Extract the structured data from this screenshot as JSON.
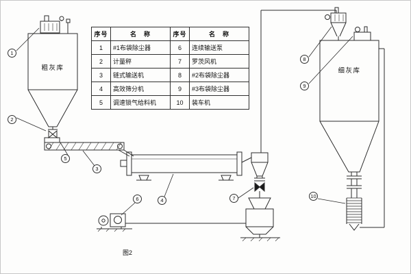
{
  "figure": {
    "caption": "图2",
    "left_silo_label": "粗灰库",
    "right_silo_label": "细灰库"
  },
  "table": {
    "headers": [
      "序号",
      "名　称",
      "序号",
      "名　称"
    ],
    "rows": [
      [
        "1",
        "#1布袋除尘器",
        "6",
        "连续输送泵"
      ],
      [
        "2",
        "计量秤",
        "7",
        "罗茨风机"
      ],
      [
        "3",
        "链式输送机",
        "8",
        "#2布袋除尘器"
      ],
      [
        "4",
        "高效筛分机",
        "9",
        "#3布袋除尘器"
      ],
      [
        "5",
        "调速锁气给料机",
        "10",
        "装车机"
      ]
    ]
  },
  "callouts": [
    {
      "n": "1"
    },
    {
      "n": "2"
    },
    {
      "n": "3"
    },
    {
      "n": "4"
    },
    {
      "n": "5"
    },
    {
      "n": "6"
    },
    {
      "n": "7"
    },
    {
      "n": "8"
    },
    {
      "n": "9"
    },
    {
      "n": "10"
    }
  ]
}
